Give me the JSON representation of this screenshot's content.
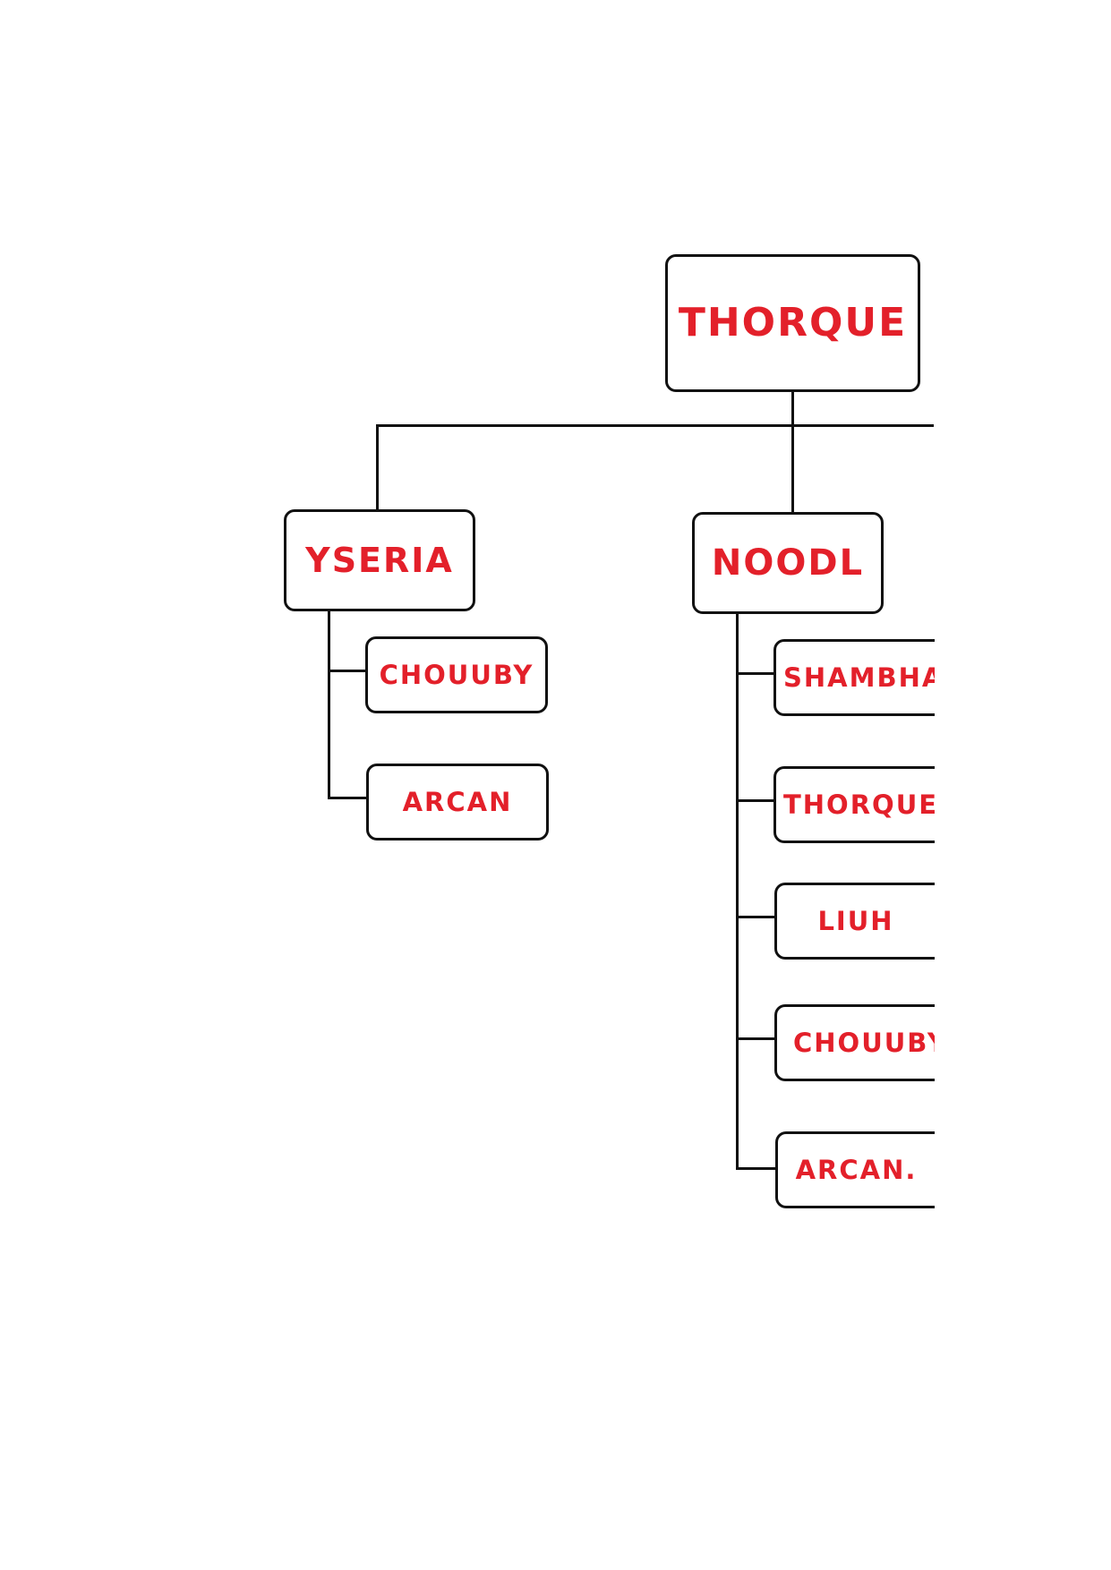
{
  "colors": {
    "label": "#e3202a",
    "border": "#111111",
    "background": "#ffffff"
  },
  "root": {
    "label": "THORQUE"
  },
  "level1": [
    {
      "label": "YSERIA"
    },
    {
      "label": "NOODL"
    }
  ],
  "yseria_children": [
    {
      "label": "CHOUUBY"
    },
    {
      "label": "ARCAN"
    }
  ],
  "noodl_children": [
    {
      "label": "SHAMBHA"
    },
    {
      "label": "THORQUE"
    },
    {
      "label": "LIUH"
    },
    {
      "label": "CHOUUBY"
    },
    {
      "label": "ARCAN."
    }
  ]
}
